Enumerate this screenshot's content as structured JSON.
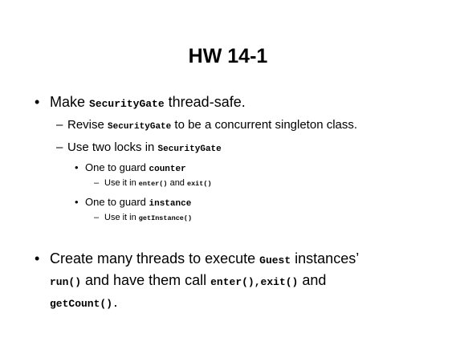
{
  "slide": {
    "title": "HW 14-1",
    "markers": {
      "level1": "•",
      "level2": "–",
      "level3": "•",
      "level4": "–"
    },
    "b1": {
      "t1": "Make ",
      "c1": "SecurityGate",
      "t2": " thread-safe."
    },
    "b1_1": {
      "t1": "Revise ",
      "c1": "SecurityGate",
      "t2": " to be a concurrent singleton class."
    },
    "b1_2": {
      "t1": "Use two locks in ",
      "c1": "SecurityGate"
    },
    "b1_2_1": {
      "t1": "One to guard ",
      "c1": "counter"
    },
    "b1_2_1_1": {
      "t1": "Use it in ",
      "c1": "enter()",
      "t2": " and ",
      "c2": "exit()"
    },
    "b1_2_2": {
      "t1": "One to guard ",
      "c1": "instance"
    },
    "b1_2_2_1": {
      "t1": "Use it in ",
      "c1": "getInstance()"
    },
    "b2": {
      "line1": {
        "t1": "Create many threads to execute ",
        "c1": "Guest",
        "t2": " instances’"
      },
      "line2": {
        "c1": "run()",
        "t1": " and have them call ",
        "c2": "enter(),",
        "c3": "exit()",
        "t2": " and"
      },
      "line3": {
        "c1": "getCount()."
      }
    }
  }
}
